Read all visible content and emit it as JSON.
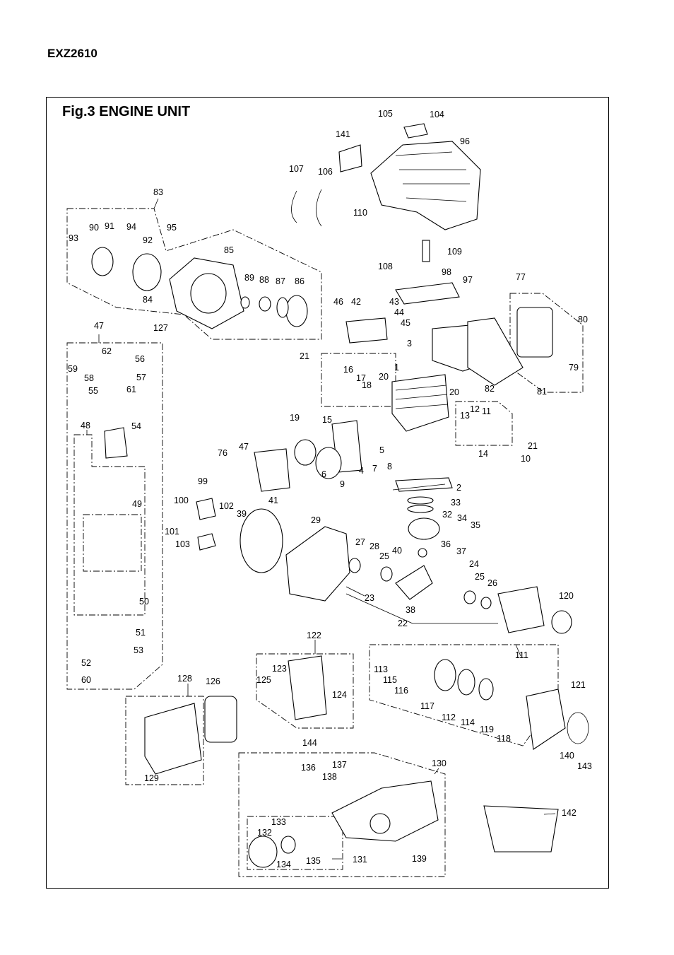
{
  "model": "EXZ2610",
  "figure_title": "Fig.3 ENGINE UNIT",
  "labels": [
    "1",
    "2",
    "3",
    "4",
    "5",
    "6",
    "7",
    "8",
    "9",
    "10",
    "11",
    "12",
    "13",
    "14",
    "15",
    "16",
    "17",
    "18",
    "19",
    "20",
    "20",
    "21",
    "21",
    "22",
    "23",
    "24",
    "25",
    "25",
    "26",
    "27",
    "28",
    "29",
    "32",
    "33",
    "34",
    "35",
    "36",
    "37",
    "38",
    "39",
    "40",
    "41",
    "42",
    "43",
    "44",
    "45",
    "46",
    "47",
    "47",
    "48",
    "49",
    "50",
    "51",
    "52",
    "53",
    "54",
    "55",
    "56",
    "57",
    "58",
    "59",
    "60",
    "61",
    "62",
    "76",
    "77",
    "79",
    "80",
    "81",
    "82",
    "83",
    "84",
    "85",
    "86",
    "87",
    "88",
    "89",
    "90",
    "91",
    "92",
    "93",
    "94",
    "95",
    "96",
    "97",
    "98",
    "99",
    "100",
    "101",
    "102",
    "103",
    "104",
    "105",
    "106",
    "107",
    "108",
    "109",
    "110",
    "111",
    "112",
    "113",
    "114",
    "115",
    "116",
    "117",
    "118",
    "119",
    "120",
    "121",
    "122",
    "123",
    "124",
    "125",
    "126",
    "127",
    "128",
    "129",
    "130",
    "131",
    "132",
    "133",
    "134",
    "135",
    "136",
    "137",
    "138",
    "139",
    "140",
    "141",
    "142",
    "143",
    "144"
  ]
}
